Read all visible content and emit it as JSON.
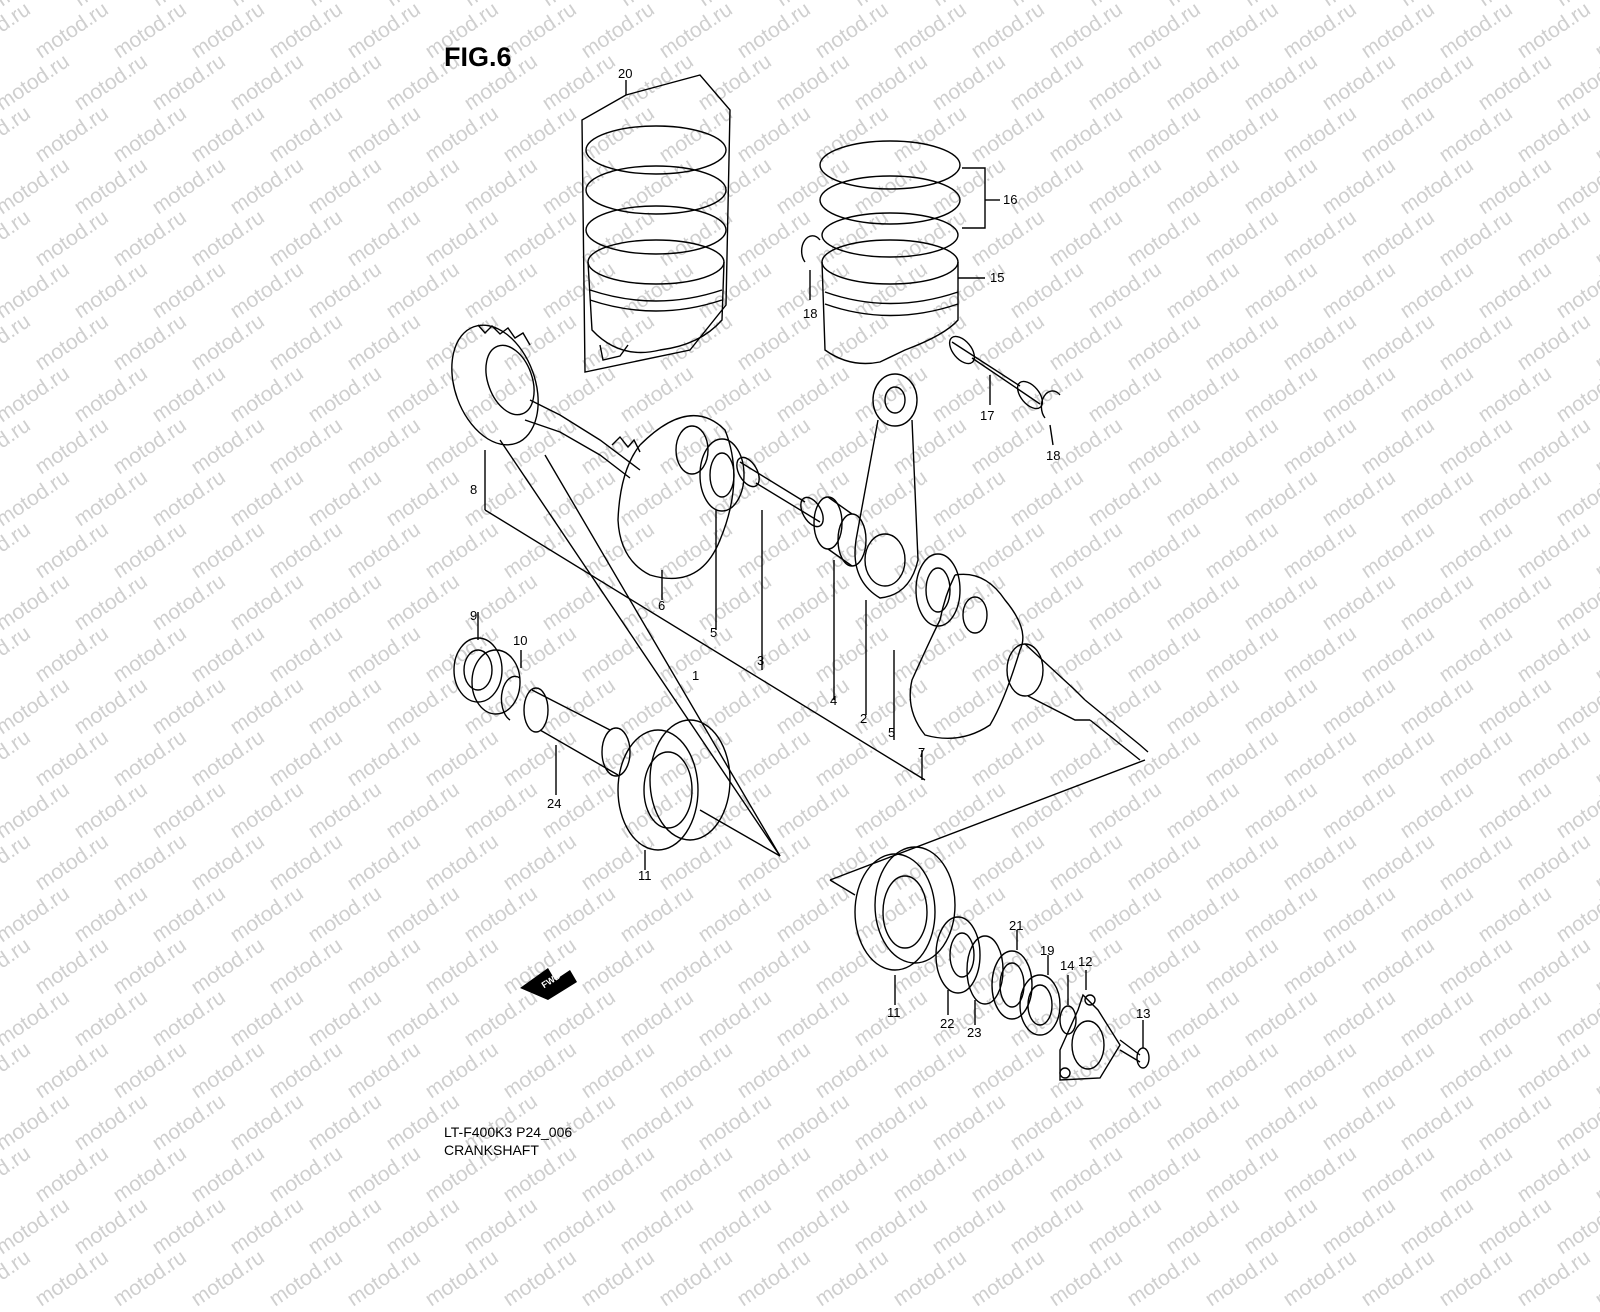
{
  "figure": {
    "title": "FIG.6",
    "model_code": "LT-F400K3 P24_006",
    "name": "CRANKSHAFT",
    "fwd_label": "FWD",
    "watermark": "motod.ru"
  },
  "callouts": [
    {
      "id": "c20",
      "text": "20"
    },
    {
      "id": "c16",
      "text": "16"
    },
    {
      "id": "c15",
      "text": "15"
    },
    {
      "id": "c18a",
      "text": "18"
    },
    {
      "id": "c17",
      "text": "17"
    },
    {
      "id": "c18b",
      "text": "18"
    },
    {
      "id": "c8",
      "text": "8"
    },
    {
      "id": "c6",
      "text": "6"
    },
    {
      "id": "c5a",
      "text": "5"
    },
    {
      "id": "c3",
      "text": "3"
    },
    {
      "id": "c1",
      "text": "1"
    },
    {
      "id": "c4",
      "text": "4"
    },
    {
      "id": "c2",
      "text": "2"
    },
    {
      "id": "c5b",
      "text": "5"
    },
    {
      "id": "c7",
      "text": "7"
    },
    {
      "id": "c9",
      "text": "9"
    },
    {
      "id": "c10",
      "text": "10"
    },
    {
      "id": "c24",
      "text": "24"
    },
    {
      "id": "c11a",
      "text": "11"
    },
    {
      "id": "c11b",
      "text": "11"
    },
    {
      "id": "c22",
      "text": "22"
    },
    {
      "id": "c23",
      "text": "23"
    },
    {
      "id": "c21",
      "text": "21"
    },
    {
      "id": "c19",
      "text": "19"
    },
    {
      "id": "c14",
      "text": "14"
    },
    {
      "id": "c12",
      "text": "12"
    },
    {
      "id": "c13",
      "text": "13"
    }
  ],
  "colors": {
    "line": "#000000",
    "background": "#ffffff",
    "watermark": "#cfcfcf"
  }
}
